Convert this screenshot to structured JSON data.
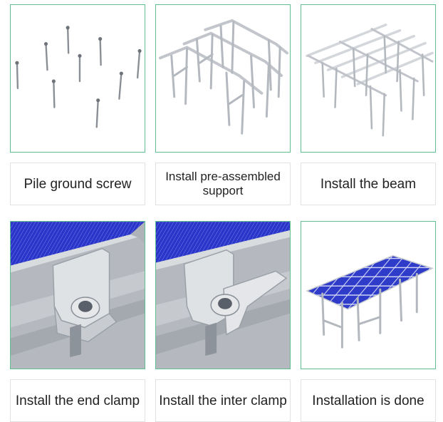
{
  "steps": [
    {
      "name": "pile-ground-screw",
      "caption_lines": [
        "Pile ground screw"
      ]
    },
    {
      "name": "install-pre-assembled-support",
      "caption_lines": [
        "Install pre-assembled",
        "support"
      ]
    },
    {
      "name": "install-the-beam",
      "caption_lines": [
        "Install the beam"
      ]
    },
    {
      "name": "install-the-end-clamp",
      "caption_lines": [
        "Install the end clamp"
      ]
    },
    {
      "name": "install-the-inter-clamp",
      "caption_lines": [
        "Install the inter clamp"
      ]
    },
    {
      "name": "installation-is-done",
      "caption_lines": [
        "Installation is done"
      ]
    }
  ],
  "colors": {
    "tile_border": "#5fbf8f",
    "panel_blue": "#2a35c9",
    "rail_grey": "#c9ccd1"
  }
}
